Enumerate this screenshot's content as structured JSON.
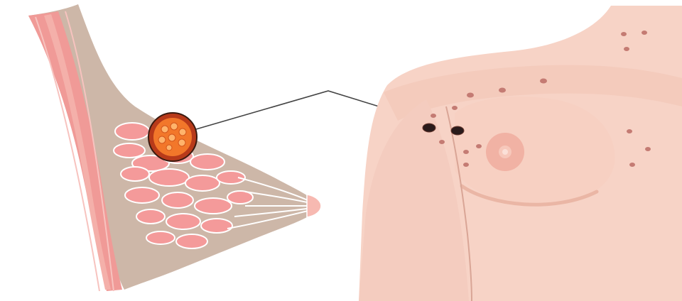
{
  "colors": {
    "background": "#ffffff",
    "skin": "#f7d3c6",
    "skin_shade": "#efbfae",
    "muscle": "#f09a97",
    "muscle_dark": "#e8807f",
    "fat_tissue": "#cdb7a8",
    "gland_tissue": "#f49a9a",
    "tumor_outer": "#b83a1a",
    "tumor_inner": "#f2772a",
    "tumor_highlight": "#ffb36b",
    "lymph_node": "#2a1b1b",
    "dot": "#c47b73",
    "leader_line": "#444444",
    "areola": "#f1b2a4",
    "nipple": "#f7c8bb"
  },
  "elements": {
    "tumor": "breast-tumor",
    "lymph_nodes": "axillary-lymph-nodes",
    "lymph_dots": "lymph-node-chain"
  }
}
